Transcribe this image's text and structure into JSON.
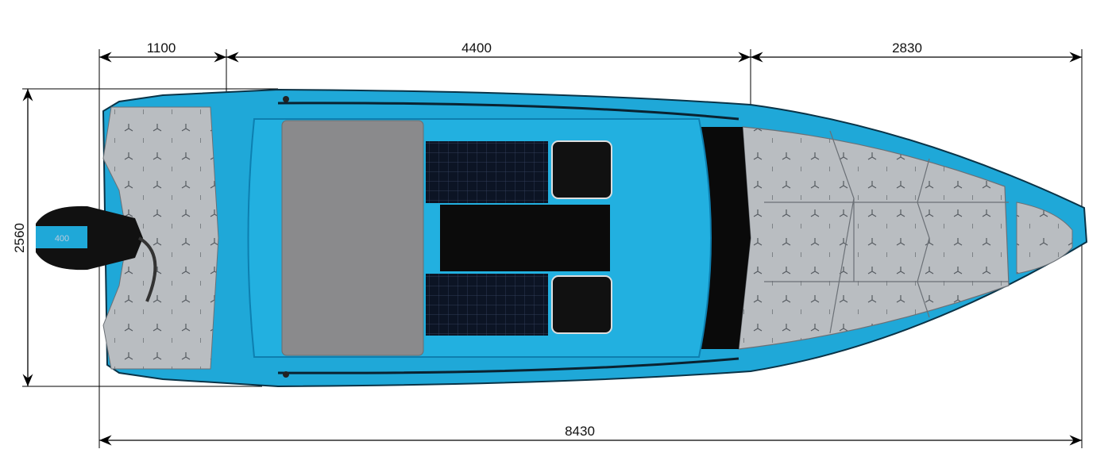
{
  "dimensions": {
    "stern_section": "1100",
    "cabin_section": "4400",
    "bow_section": "2830",
    "overall_length": "8430",
    "beam": "2560"
  },
  "motor_logo": "400",
  "colors": {
    "hull": "#1fa8d8",
    "hull_dark": "#0d7fb0",
    "deck": "#b8bcc0",
    "roof_pad": "#8a8a8c",
    "solar": "#0c1424",
    "line": "#000000"
  }
}
